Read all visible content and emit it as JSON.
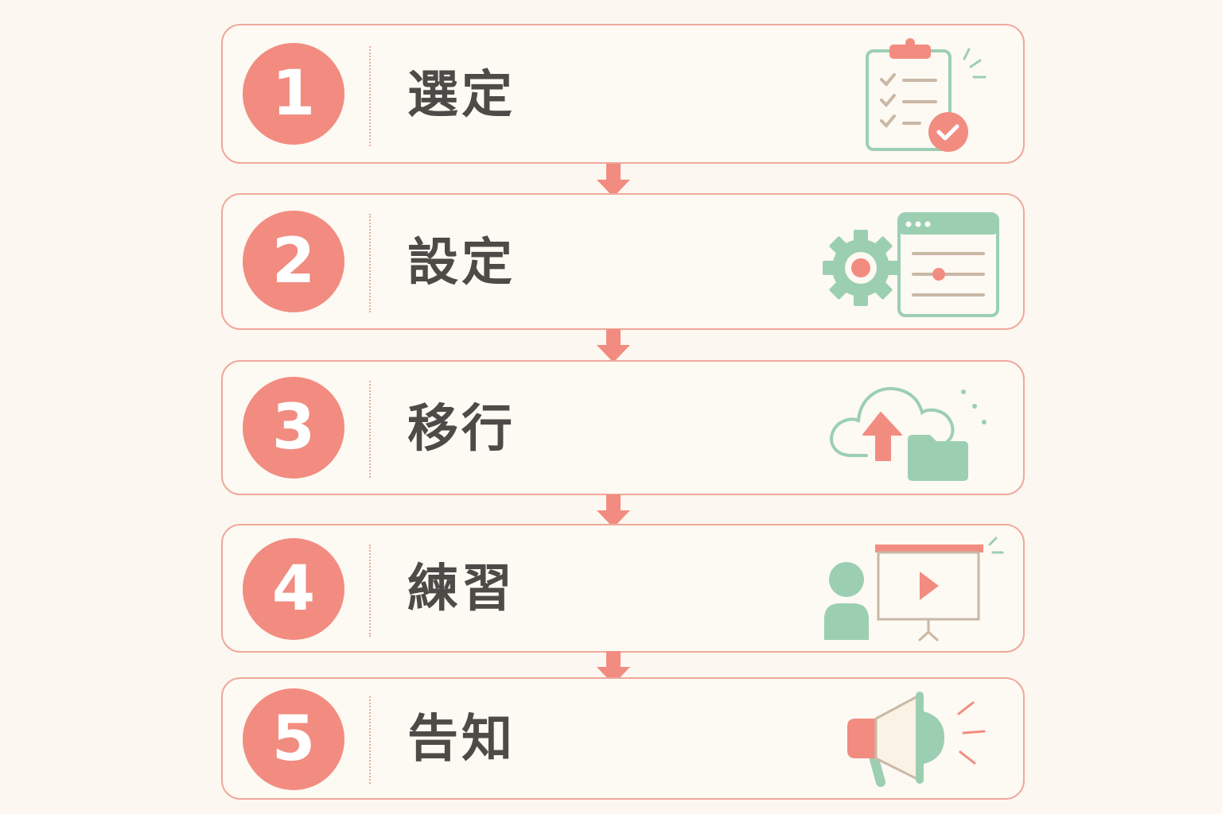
{
  "colors": {
    "accent": "#f28c80",
    "border": "#f0a89b",
    "green": "#9ccfb1",
    "text": "#4e4a47",
    "background": "#fcf8f1"
  },
  "steps": [
    {
      "number": "1",
      "label": "選定",
      "icon": "clipboard-check-icon"
    },
    {
      "number": "2",
      "label": "設定",
      "icon": "gear-settings-window-icon"
    },
    {
      "number": "3",
      "label": "移行",
      "icon": "cloud-upload-folder-icon"
    },
    {
      "number": "4",
      "label": "練習",
      "icon": "person-presentation-icon"
    },
    {
      "number": "5",
      "label": "告知",
      "icon": "megaphone-icon"
    }
  ]
}
